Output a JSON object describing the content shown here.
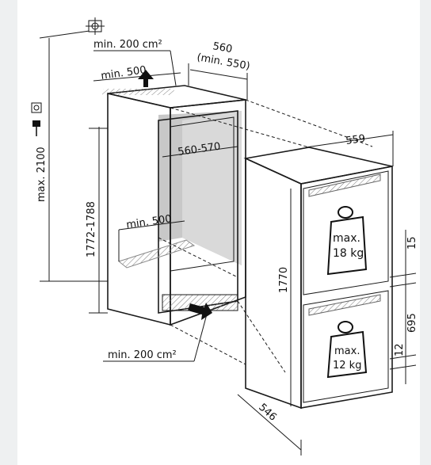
{
  "labels": {
    "vent_top_area": "min. 200 cm²",
    "vent_top_depth": "min. 500",
    "niche_depth": "560",
    "niche_depth_min": "(min. 550)",
    "niche_width": "560-570",
    "appliance_width": "559",
    "max_height": "max. 2100",
    "niche_height": "1772-1788",
    "vent_bottom_depth": "min. 500",
    "appliance_height": "1770",
    "vent_bottom_area": "min. 200 cm²",
    "gap_top": "15",
    "freezer_height": "695",
    "gap_bottom": "12",
    "appliance_depth": "546",
    "load_upper_1": "max.",
    "load_upper_2": "18 kg",
    "load_lower_1": "max.",
    "load_lower_2": "12 kg"
  },
  "icons": [
    "socket-icon",
    "plug-icon",
    "crosshair-icon",
    "weight-icon"
  ]
}
